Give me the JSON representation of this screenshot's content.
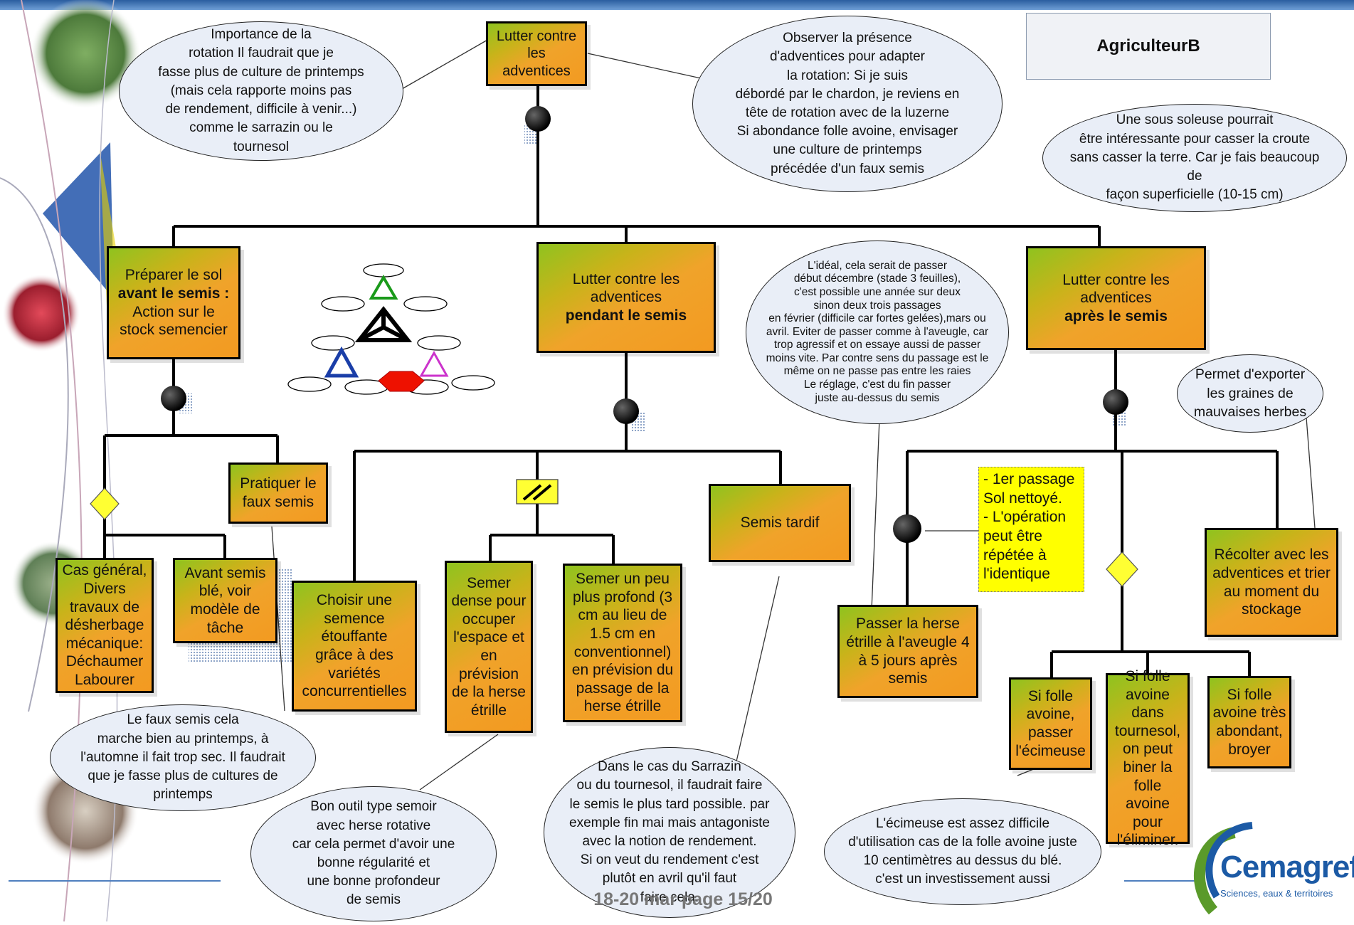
{
  "header": {
    "farmer": "AgriculteurB"
  },
  "footer": {
    "text": "18-20 mar   page 15/20"
  },
  "logo": {
    "name": "Cemagref",
    "tagline": "Sciences, eaux & territoires"
  },
  "root_goal": {
    "line1": "Lutter contre",
    "line2": "les",
    "line3": "adventices"
  },
  "branches": {
    "before": {
      "line1": "Préparer le sol",
      "line2": "avant le semis :",
      "line3": "Action sur le",
      "line4": "stock semencier"
    },
    "during": {
      "line1": "Lutter contre les",
      "line2": "adventices",
      "line3": "pendant le semis"
    },
    "after": {
      "line1": "Lutter contre les",
      "line2": "adventices",
      "line3": "après le semis"
    }
  },
  "tasks": {
    "faux_semis": {
      "line1": "Pratiquer le",
      "line2": "faux semis"
    },
    "cas_general": {
      "line1": "Cas général,",
      "line2": "Divers",
      "line3": "travaux de",
      "line4": "désherbage",
      "line5": "mécanique:",
      "line6": "Déchaumer",
      "line7": "Labourer"
    },
    "avant_semis_ble": {
      "line1": "Avant semis",
      "line2": "blé, voir",
      "line3": "modèle de",
      "line4": "tâche"
    },
    "semence_etouffante": {
      "line1": "Choisir une",
      "line2": "semence",
      "line3": "étouffante",
      "line4": "grâce à des",
      "line5": "variétés",
      "line6": "concurrentielles"
    },
    "semer_dense": {
      "line1": "Semer",
      "line2": "dense pour",
      "line3": "occuper",
      "line4": "l'espace et",
      "line5": "en",
      "line6": "prévision",
      "line7": "de la herse",
      "line8": "étrille"
    },
    "semer_profond": {
      "line1": "Semer un peu",
      "line2": "plus profond (3",
      "line3": "cm au lieu de",
      "line4": "1.5 cm en",
      "line5": "conventionnel)",
      "line6": "en prévision du",
      "line7": "passage de la",
      "line8": "herse étrille"
    },
    "semis_tardif": {
      "line1": "Semis tardif"
    },
    "herse_etrille": {
      "line1": "Passer la herse",
      "line2": "étrille à l'aveugle 4",
      "line3": "à 5 jours après",
      "line4": "semis"
    },
    "recolter": {
      "line1": "Récolter avec les",
      "line2": "adventices et trier",
      "line3": "au moment du",
      "line4": "stockage"
    },
    "ecimeuse": {
      "line1": "Si folle",
      "line2": "avoine,",
      "line3": "passer",
      "line4": "l'écimeuse"
    },
    "tournesol": {
      "line1": "Si folle",
      "line2": "avoine",
      "line3": "dans",
      "line4": "tournesol,",
      "line5": "on peut",
      "line6": "biner la",
      "line7": "folle avoine",
      "line8": "pour",
      "line9": "l'éliminer."
    },
    "broyer": {
      "line1": "Si folle",
      "line2": "avoine très",
      "line3": "abondant,",
      "line4": "broyer"
    }
  },
  "yellow_note": {
    "line1": "- 1er passage",
    "line2": "Sol nettoyé.",
    "line3": "- L'opération",
    "line4": "peut être",
    "line5": "répétée à",
    "line6": "l'identique"
  },
  "comments": {
    "rotation": {
      "line1": "Importance de la",
      "line2": "rotation Il faudrait que je",
      "line3": "fasse plus de culture de printemps",
      "line4": "(mais cela rapporte moins pas",
      "line5": "de rendement, difficile à venir...)",
      "line6": "comme le sarrazin ou le",
      "line7": "tournesol"
    },
    "observer": {
      "line1": "Observer la présence",
      "line2": "d'adventices pour adapter",
      "line3": "la rotation: Si je suis",
      "line4": "débordé par le chardon, je reviens en",
      "line5": "tête de rotation avec de la luzerne",
      "line6": "Si abondance folle avoine, envisager",
      "line7": "une culture de printemps",
      "line8": "précédée d'un faux semis"
    },
    "sous_soleuse": {
      "line1": "Une sous soleuse pourrait",
      "line2": "être intéressante pour casser la croute",
      "line3": "sans casser la terre. Car je fais beaucoup",
      "line4": "de",
      "line5": "façon superficielle (10-15 cm)"
    },
    "ideal": {
      "line1": "L'idéal, cela serait de passer",
      "line2": "début décembre (stade 3 feuilles),",
      "line3": "c'est possible une année sur deux",
      "line4": "sinon deux trois passages",
      "line5": "en février (difficile car fortes gelées),mars ou",
      "line6": "avril. Eviter de passer comme à l'aveugle, car",
      "line7": "trop agressif et on essaye aussi de passer",
      "line8": "moins vite. Par contre sens du passage est le",
      "line9": "même on ne passe pas entre les raies",
      "line10": "Le réglage, c'est du fin passer",
      "line11": "juste au-dessus du semis"
    },
    "exporter": {
      "line1": "Permet d'exporter",
      "line2": "les graines de",
      "line3": "mauvaises herbes"
    },
    "faux_semis_comment": {
      "line1": "Le faux semis cela",
      "line2": "marche bien au printemps, à",
      "line3": "l'automne il fait trop sec. Il faudrait",
      "line4": "que je fasse plus de cultures de",
      "line5": "printemps"
    },
    "outil": {
      "line1": "Bon outil type semoir",
      "line2": "avec herse rotative",
      "line3": "car cela permet d'avoir une",
      "line4": "bonne régularité et",
      "line5": "une bonne profondeur",
      "line6": "de semis"
    },
    "sarrazin": {
      "line1": "Dans le cas du Sarrazin",
      "line2": "ou du tournesol, il faudrait faire",
      "line3": "le semis le plus tard possible. par",
      "line4": "exemple fin mai mais antagoniste",
      "line5": "avec la notion de rendement.",
      "line6": "Si on veut du rendement c'est",
      "line7": "plutôt en avril qu'il faut",
      "line8": "faire cela."
    },
    "ecimeuse_comment": {
      "line1": "L'écimeuse est assez difficile",
      "line2": "d'utilisation cas de la folle avoine juste",
      "line3": "10 centimètres au dessus du blé.",
      "line4": "c'est un investissement aussi"
    }
  },
  "colors": {
    "box_green": "#8fc31f",
    "box_orange": "#f39a21",
    "bubble": "#e9eef7",
    "note": "#ffff00",
    "logo_blue": "#1c5aa5"
  }
}
